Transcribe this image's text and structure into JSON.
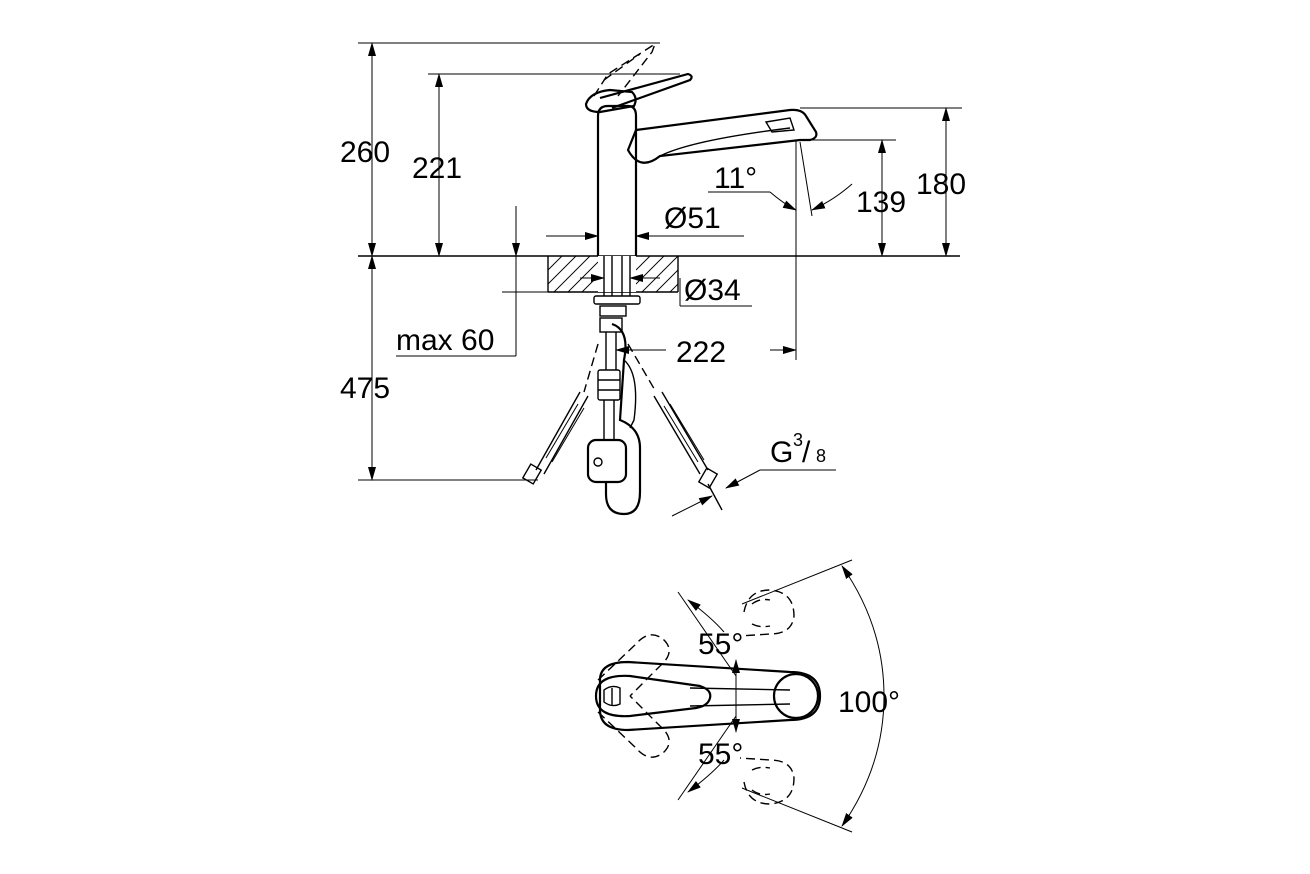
{
  "dimensions": {
    "total_height": "260",
    "spout_height": "221",
    "outlet_height": "180",
    "aerator_height": "139",
    "spout_angle": "11°",
    "body_diameter": "Ø51",
    "shank_diameter": "Ø34",
    "max_deck_thickness": "max 60",
    "spout_reach": "222",
    "under_deck_length": "475",
    "connection": "G",
    "connection_num": "3",
    "connection_den": "8",
    "swivel_left": "55°",
    "swivel_right": "55°",
    "swivel_total": "100°"
  },
  "colors": {
    "line": "#000000",
    "background": "#ffffff"
  }
}
